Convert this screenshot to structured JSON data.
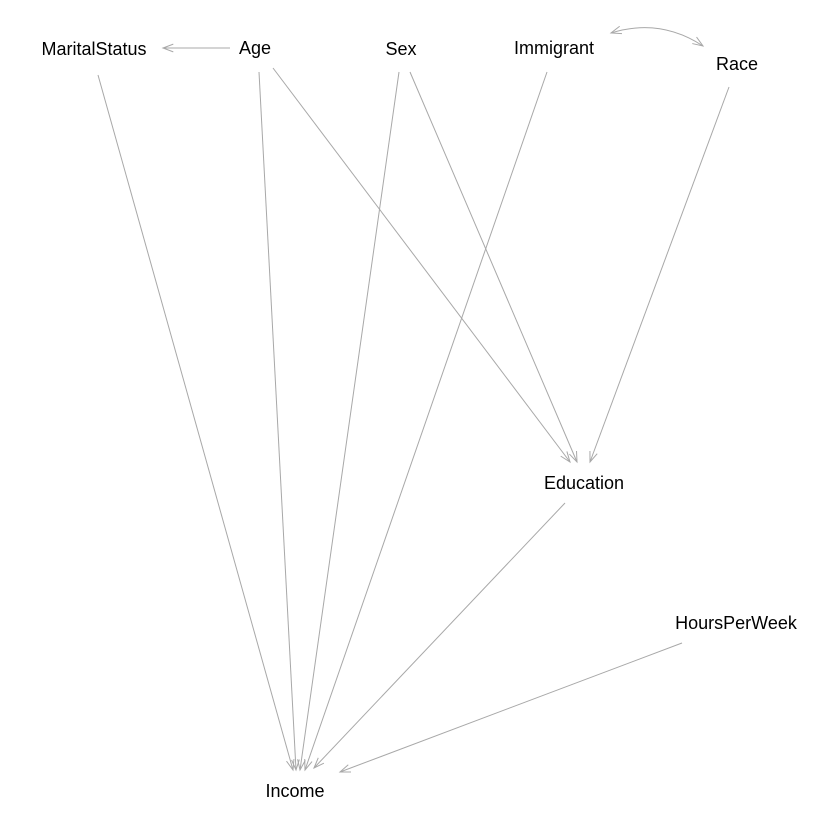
{
  "diagram": {
    "type": "directed-acyclic-graph",
    "edge_color": "#a8a8a8",
    "label_color": "#000000",
    "background": "#ffffff",
    "nodes": [
      {
        "id": "MaritalStatus",
        "label": "MaritalStatus"
      },
      {
        "id": "Age",
        "label": "Age"
      },
      {
        "id": "Sex",
        "label": "Sex"
      },
      {
        "id": "Immigrant",
        "label": "Immigrant"
      },
      {
        "id": "Race",
        "label": "Race"
      },
      {
        "id": "Education",
        "label": "Education"
      },
      {
        "id": "HoursPerWeek",
        "label": "HoursPerWeek"
      },
      {
        "id": "Income",
        "label": "Income"
      }
    ],
    "edges": [
      {
        "from": "Age",
        "to": "MaritalStatus",
        "kind": "directed"
      },
      {
        "from": "Immigrant",
        "to": "Race",
        "kind": "bidirected"
      },
      {
        "from": "MaritalStatus",
        "to": "Income",
        "kind": "directed"
      },
      {
        "from": "Age",
        "to": "Income",
        "kind": "directed"
      },
      {
        "from": "Age",
        "to": "Education",
        "kind": "directed"
      },
      {
        "from": "Sex",
        "to": "Income",
        "kind": "directed"
      },
      {
        "from": "Sex",
        "to": "Education",
        "kind": "directed"
      },
      {
        "from": "Immigrant",
        "to": "Income",
        "kind": "directed"
      },
      {
        "from": "Race",
        "to": "Education",
        "kind": "directed"
      },
      {
        "from": "Education",
        "to": "Income",
        "kind": "directed"
      },
      {
        "from": "HoursPerWeek",
        "to": "Income",
        "kind": "directed"
      }
    ]
  }
}
